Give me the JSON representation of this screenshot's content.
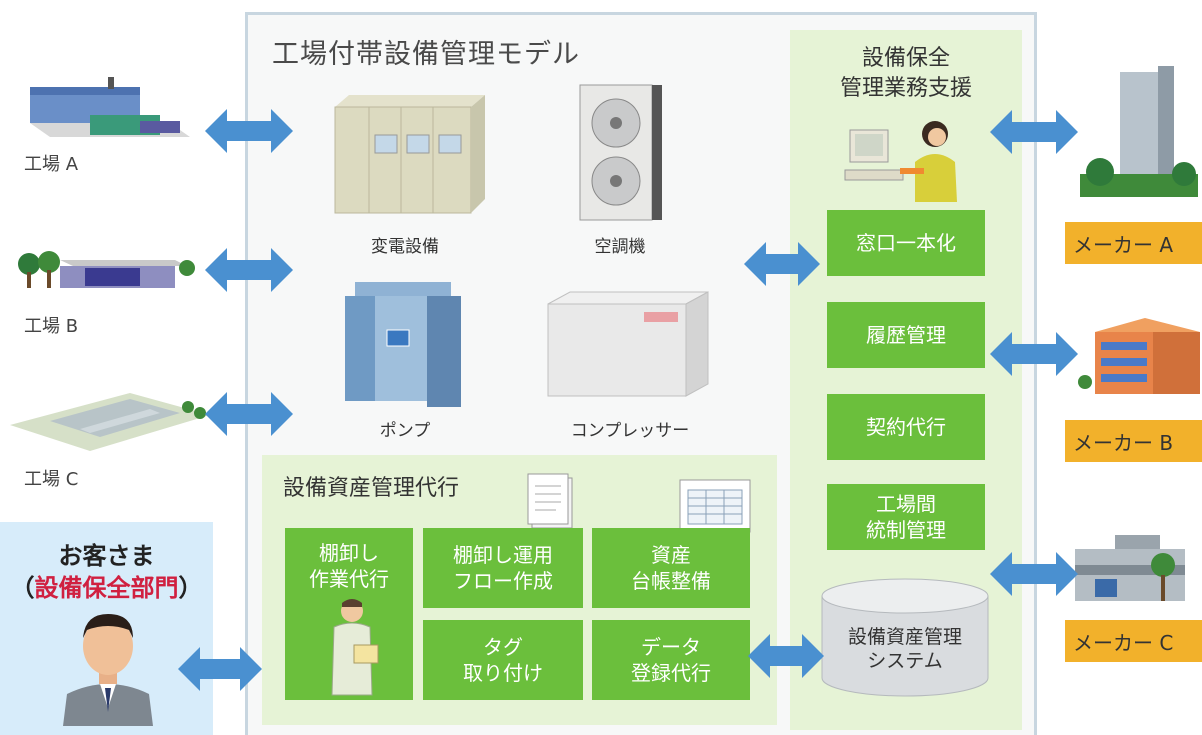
{
  "main": {
    "title": "工場付帯設備管理モデル",
    "equipment": [
      {
        "name": "変電設備"
      },
      {
        "name": "空調機"
      },
      {
        "name": "ポンプ"
      },
      {
        "name": "コンプレッサー"
      }
    ]
  },
  "factories": [
    {
      "label": "工場 A"
    },
    {
      "label": "工場 B"
    },
    {
      "label": "工場 C"
    }
  ],
  "support": {
    "title_line1": "設備保全",
    "title_line2": "管理業務支援",
    "buttons": [
      {
        "label": "窓口一本化"
      },
      {
        "label": "履歴管理"
      },
      {
        "label": "契約代行"
      },
      {
        "label_line1": "工場間",
        "label_line2": "統制管理"
      }
    ],
    "system_line1": "設備資産管理",
    "system_line2": "システム"
  },
  "asset_service": {
    "title": "設備資産管理代行",
    "tasks": [
      {
        "line1": "棚卸し",
        "line2": "作業代行"
      },
      {
        "line1": "棚卸し運用",
        "line2": "フロー作成"
      },
      {
        "line1": "資産",
        "line2": "台帳整備"
      },
      {
        "line1": "タグ",
        "line2": "取り付け"
      },
      {
        "line1": "データ",
        "line2": "登録代行"
      }
    ]
  },
  "customer": {
    "title": "お客さま",
    "dept_open": "（",
    "dept": "設備保全部門",
    "dept_close": "）"
  },
  "makers": [
    {
      "label": "メーカー A"
    },
    {
      "label": "メーカー B"
    },
    {
      "label": "メーカー C"
    }
  ],
  "colors": {
    "arrow": "#4a90d0",
    "green_button": "#6bbf3c",
    "light_green": "#e6f3d6",
    "maker_orange": "#f2b12b",
    "customer_blue": "#d7ecfa",
    "dept_red": "#d02040"
  }
}
